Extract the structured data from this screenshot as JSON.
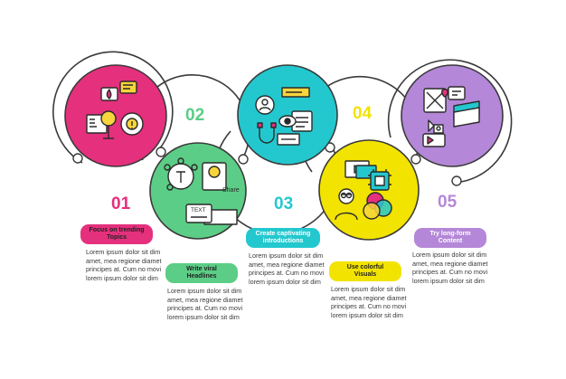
{
  "colors": {
    "pink": "#e5307d",
    "green": "#5ccd86",
    "cyan": "#23c8cf",
    "yellow": "#f2e300",
    "purple": "#b487d8",
    "outline": "#3a3a3a"
  },
  "steps": [
    {
      "number": "01",
      "title": "Focus on trending\nTopics",
      "body": "Lorem ipsum dolor sit dim\namet, mea regione diamet\nprincipes at. Cum no movi\nlorem ipsum dolor sit dim",
      "icon": "trending-topics-icon"
    },
    {
      "number": "02",
      "title": "Write viral\nHeadlines",
      "body": "Lorem ipsum dolor sit dim\namet, mea regione diamet\nprincipes at. Cum no movi\nlorem ipsum dolor sit dim",
      "icon": "viral-headlines-icon",
      "icon_labels": [
        "Share",
        "TEXT"
      ]
    },
    {
      "number": "03",
      "title": "Create captivating\nintroductions",
      "body": "Lorem ipsum dolor sit dim\namet, mea regione diamet\nprincipes at. Cum no movi\nlorem ipsum dolor sit dim",
      "icon": "captivating-introductions-icon"
    },
    {
      "number": "04",
      "title": "Use colorful\nVisuals",
      "body": "Lorem ipsum dolor sit dim\namet, mea regione diamet\nprincipes at. Cum no movi\nlorem ipsum dolor sit dim",
      "icon": "colorful-visuals-icon"
    },
    {
      "number": "05",
      "title": "Try long-form\nContent",
      "body": "Lorem ipsum dolor sit dim\namet, mea regione diamet\nprincipes at. Cum no movi\nlorem ipsum dolor sit dim",
      "icon": "long-form-content-icon"
    }
  ]
}
